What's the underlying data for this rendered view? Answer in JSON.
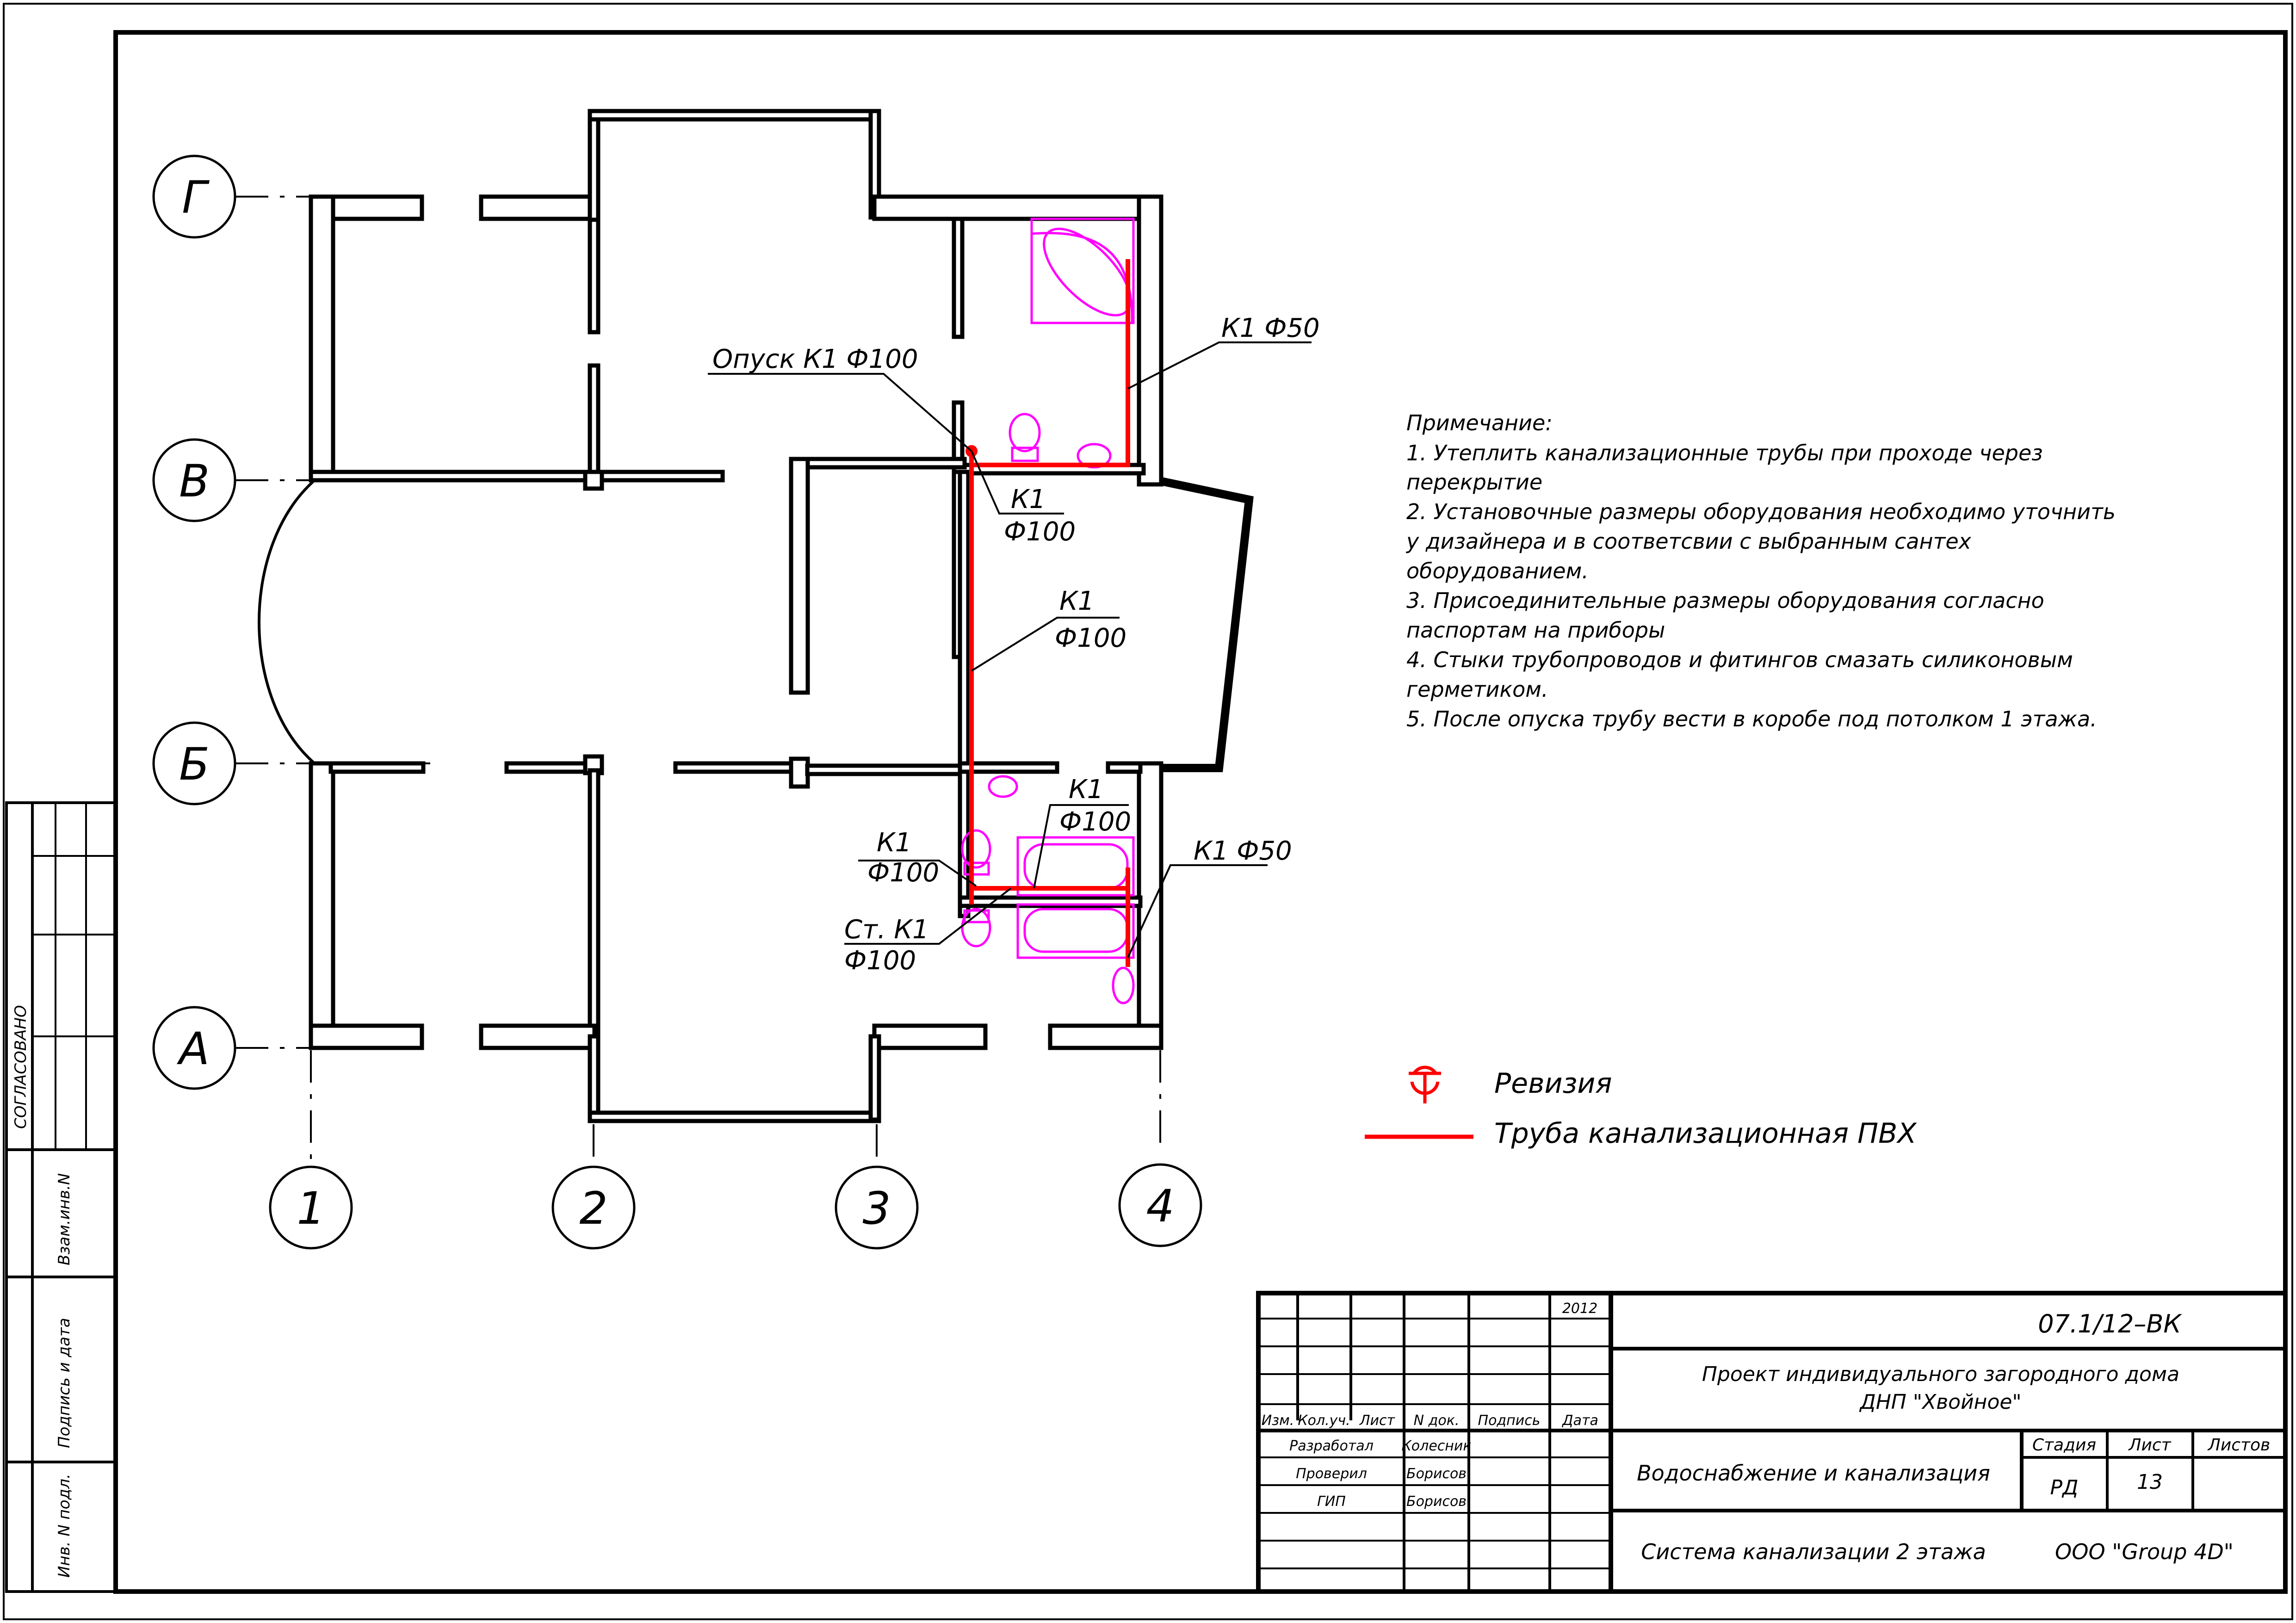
{
  "axes": {
    "rows": [
      "Г",
      "В",
      "Б",
      "А"
    ],
    "cols": [
      "1",
      "2",
      "3",
      "4"
    ]
  },
  "labels": {
    "riser_drop": "Опуск К1 Ф100",
    "k1": "К1",
    "d100": "Ф100",
    "k1_d50": "К1 Ф50",
    "riser_st": "Ст. К1"
  },
  "notes": {
    "title": "Примечание:",
    "lines": [
      "1. Утеплить канализационные трубы при проходе через",
      "перекрытие",
      "2. Установочные размеры оборудования необходимо уточнить",
      "у дизайнера и в соответсвии с выбранным сантех",
      "оборудованием.",
      "3. Присоединительные размеры оборудования согласно",
      "паспортам на приборы",
      "4. Стыки трубопроводов и фитингов смазать силиконовым",
      "герметиком.",
      "5. После опуска трубу вести в коробе под потолком 1 этажа."
    ]
  },
  "legend": {
    "revision": "Ревизия",
    "pipe": "Труба канализационная ПВХ"
  },
  "side_stamp": {
    "agreed": "СОГЛАСОВАНО",
    "replace_inv": "Взам.инв.N",
    "sign_date": "Подпись и дата",
    "orig_inv": "Инв. N подл."
  },
  "title_block": {
    "year": "2012",
    "doc_code": "07.1/12–ВК",
    "project_line1": "Проект индивидуального загородного дома",
    "project_line2": "ДНП \"Хвойное\"",
    "headers": [
      "Изм.",
      "Кол.уч.",
      "Лист",
      "N док.",
      "Подпись",
      "Дата"
    ],
    "roles": [
      {
        "role": "Разработал",
        "name": "Колесник"
      },
      {
        "role": "Проверил",
        "name": "Борисов"
      },
      {
        "role": "ГИП",
        "name": "Борисов"
      }
    ],
    "section": "Водоснабжение и канализация",
    "stage_label": "Стадия",
    "sheet_label": "Лист",
    "sheets_label": "Листов",
    "stage": "РД",
    "sheet": "13",
    "sheets": "",
    "drawing_title": "Система канализации 2 этажа",
    "company": "ООО \"Group 4D\""
  },
  "colors": {
    "pipe": "#ff0000",
    "fixtures": "#ff00ff",
    "lines": "#000000"
  }
}
